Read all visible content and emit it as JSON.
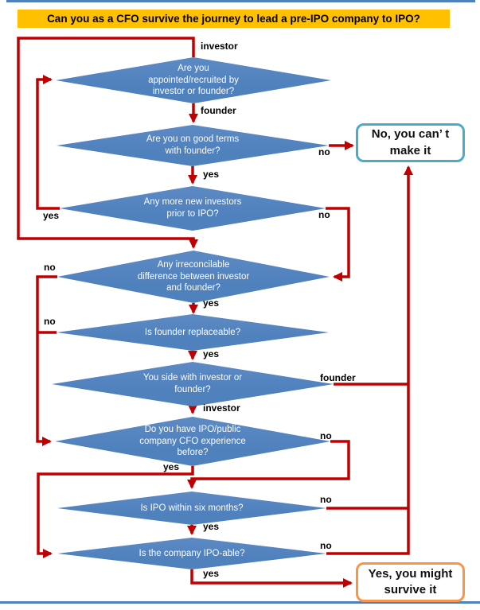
{
  "title": "Can you as a CFO survive the journey to lead a pre-IPO company to IPO?",
  "colors": {
    "title_bg": "#FFC000",
    "diamond": "#4F81BD",
    "arrow": "#C00000",
    "no_border": "#4BACC6",
    "yes_border": "#F79646",
    "page_border": "#4F81BD"
  },
  "nodes": [
    {
      "id": "appointed-by",
      "text": "Are you\nappointed/recruited by\ninvestor or founder?"
    },
    {
      "id": "good-terms",
      "text": "Are you on good terms\nwith founder?"
    },
    {
      "id": "new-investors",
      "text": "Any more new investors\nprior to IPO?"
    },
    {
      "id": "irreconcilable",
      "text": "Any irreconcilable\ndifference between investor\nand founder?"
    },
    {
      "id": "founder-replaceable",
      "text": "Is founder replaceable?"
    },
    {
      "id": "side-with",
      "text": "You side with investor or\nfounder?"
    },
    {
      "id": "cfo-experience",
      "text": "Do you have IPO/public\ncompany CFO experience\nbefore?"
    },
    {
      "id": "ipo-six-months",
      "text": "Is IPO within six months?"
    },
    {
      "id": "ipo-able",
      "text": "Is the company IPO-able?"
    }
  ],
  "edges": [
    {
      "id": "d1-investor-loop",
      "label": "investor"
    },
    {
      "id": "d1-founder",
      "label": "founder"
    },
    {
      "id": "d2-yes",
      "label": "yes"
    },
    {
      "id": "d2-no",
      "label": "no"
    },
    {
      "id": "d3-yes-loop",
      "label": "yes"
    },
    {
      "id": "d3-no",
      "label": "no"
    },
    {
      "id": "d4-yes",
      "label": "yes"
    },
    {
      "id": "d4-no",
      "label": "no"
    },
    {
      "id": "d5-no",
      "label": "no"
    },
    {
      "id": "d5-yes",
      "label": "yes"
    },
    {
      "id": "d6-investor",
      "label": "investor"
    },
    {
      "id": "d6-founder",
      "label": "founder"
    },
    {
      "id": "d7-yes",
      "label": "yes"
    },
    {
      "id": "d7-no",
      "label": "no"
    },
    {
      "id": "d8-yes",
      "label": "yes"
    },
    {
      "id": "d8-no",
      "label": "no"
    },
    {
      "id": "d9-no",
      "label": "no"
    },
    {
      "id": "d9-yes",
      "label": "yes"
    }
  ],
  "results": {
    "no": "No, you can’ t\nmake it",
    "yes": "Yes, you might\nsurvive it"
  }
}
